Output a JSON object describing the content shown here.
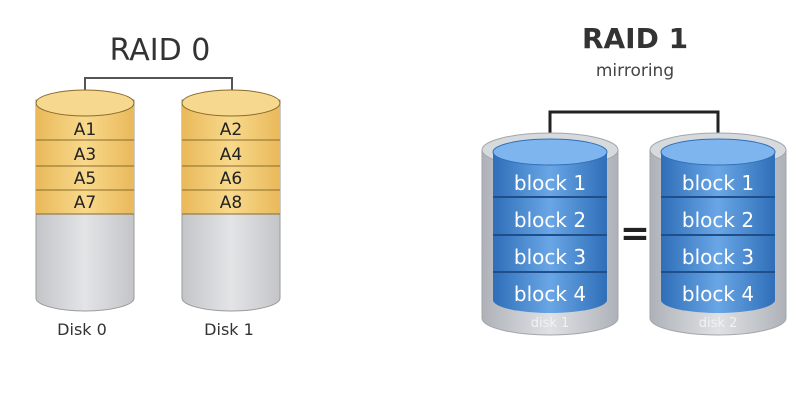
{
  "raid0": {
    "title": "RAID 0",
    "disks": [
      {
        "label": "Disk 0",
        "blocks": [
          "A1",
          "A3",
          "A5",
          "A7"
        ]
      },
      {
        "label": "Disk 1",
        "blocks": [
          "A2",
          "A4",
          "A6",
          "A8"
        ]
      }
    ],
    "colors": {
      "block": "#f3cc73",
      "disk": "#d3d4d6"
    }
  },
  "raid1": {
    "title": "RAID 1",
    "subtitle": "mirroring",
    "operator": "=",
    "disks": [
      {
        "label": "disk 1",
        "blocks": [
          "block 1",
          "block 2",
          "block 3",
          "block 4"
        ]
      },
      {
        "label": "disk 2",
        "blocks": [
          "block 1",
          "block 2",
          "block 3",
          "block 4"
        ]
      }
    ],
    "colors": {
      "block": "#4f8fd6",
      "disk": "#c9ccd1"
    }
  }
}
